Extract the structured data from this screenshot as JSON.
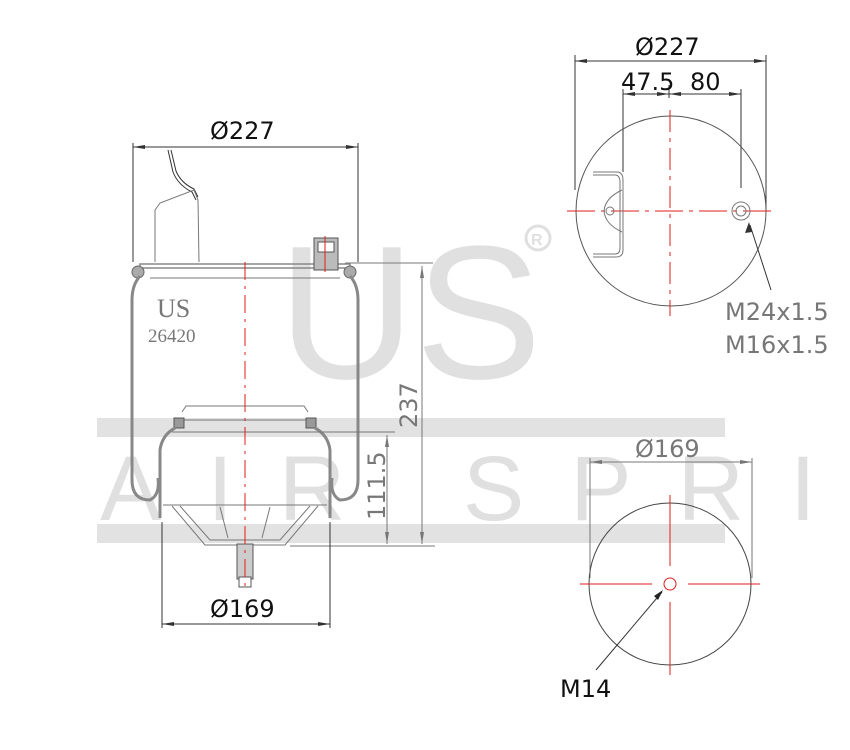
{
  "watermark": {
    "brand": "US",
    "registered": "®",
    "tagline": "AIR SPRING",
    "color": "#e0e0e0"
  },
  "side_view": {
    "top_diameter": "Ø227",
    "bottom_diameter": "Ø169",
    "height_total": "237",
    "height_piston": "111.5",
    "label_brand": "US",
    "label_part_number": "26420"
  },
  "top_view": {
    "diameter": "Ø227",
    "offset_left": "47.5",
    "offset_right": "80",
    "thread_1": "M24x1.5",
    "thread_2": "M16x1.5"
  },
  "bottom_view": {
    "diameter": "Ø169",
    "thread": "M14"
  },
  "colors": {
    "centerline": "#e21b1b",
    "outline": "#333333",
    "hatch": "#888888"
  }
}
